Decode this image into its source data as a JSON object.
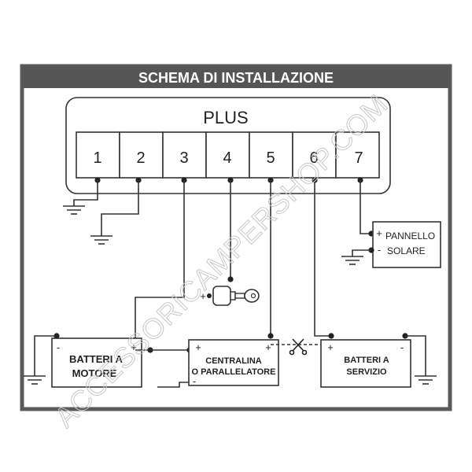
{
  "title": "SCHEMA DI INSTALLAZIONE",
  "device": {
    "name": "PLUS",
    "terminals": [
      "1",
      "2",
      "3",
      "4",
      "5",
      "6",
      "7"
    ]
  },
  "components": {
    "battery_motor": {
      "line1": "BATTERI A",
      "line2": "MOTORE",
      "minus": "-",
      "plus": "+"
    },
    "controller": {
      "line1": "CENTRALINA",
      "line2": "O PARALLELATORE",
      "plus_left": "+",
      "plus_right": "+",
      "minus": "-"
    },
    "battery_service": {
      "line1": "BATTERI A",
      "line2": "SERVIZIO",
      "plus": "+",
      "minus": "-"
    },
    "solar_panel": {
      "line1": "PANNELLO",
      "line2": "SOLARE",
      "plus": "+",
      "minus": "-"
    },
    "key_plus": "+"
  },
  "watermark": "ACCESSORICAMPERSHOP.COM",
  "colors": {
    "header_bg": "#555555",
    "frame": "#5a5a5a",
    "line": "#333333"
  }
}
